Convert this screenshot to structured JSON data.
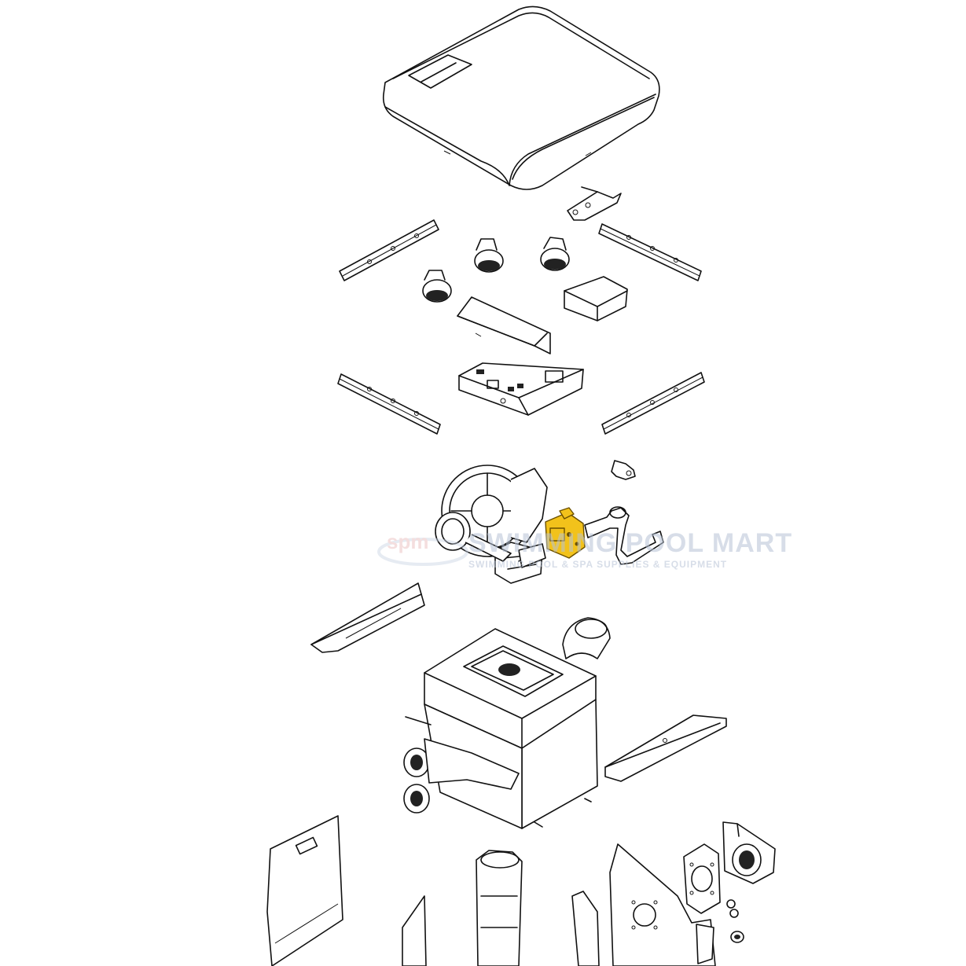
{
  "watermark": {
    "name": "SWIMMING POOL MART",
    "tagline": "SWIMMING POOL & SPA SUPPLIES & EQUIPMENT",
    "logo_text": "spm",
    "color": "#b7c3d6"
  },
  "highlight_color": "#f2c21b",
  "line_color": "#111111",
  "parts": [
    "top-cover",
    "bracket",
    "side-rail-upper-left",
    "side-rail-upper-right",
    "pressure-switch-1",
    "pressure-switch-2",
    "pressure-switch-3",
    "shield-panel",
    "baffle-plate",
    "control-board",
    "side-rail-lower-left",
    "side-rail-lower-right",
    "clip",
    "blower-assembly",
    "gas-valve",
    "gas-pipe",
    "support-bracket-left",
    "support-bracket-right",
    "heat-exchanger",
    "side-panel-left",
    "water-pipe-center",
    "side-panel-front",
    "exhaust-adapter",
    "flange-plate",
    "fittings"
  ]
}
